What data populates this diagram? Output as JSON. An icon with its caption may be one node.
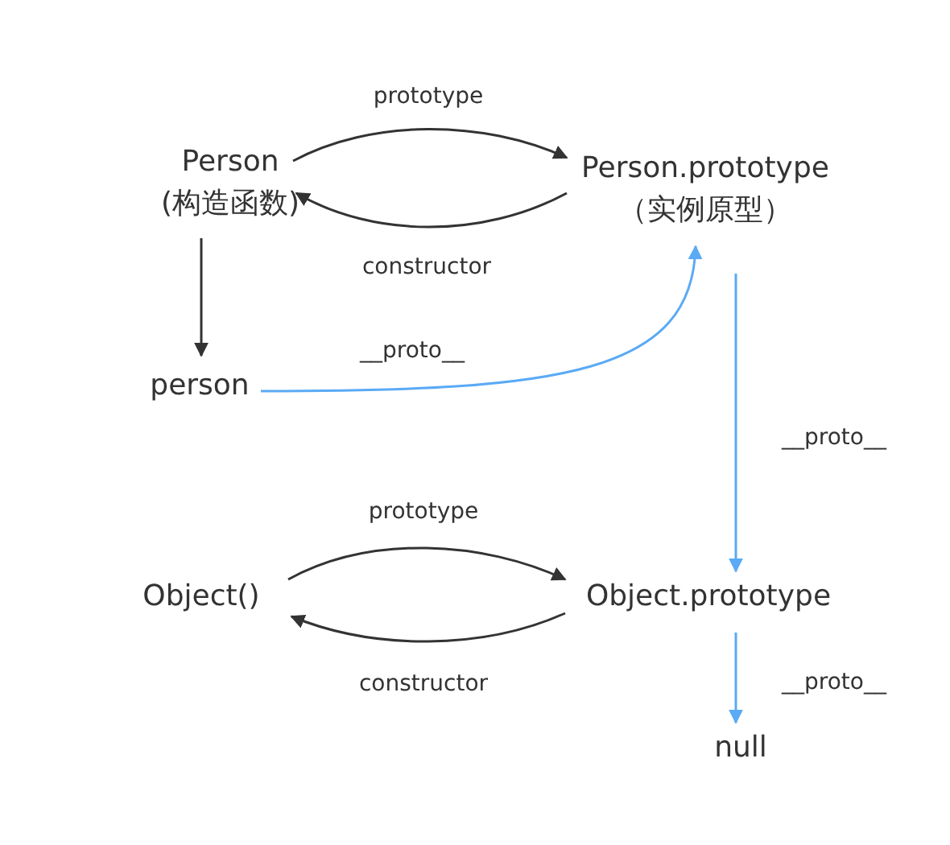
{
  "diagram": {
    "nodes": [
      {
        "text": [
          "Person",
          "(构造函数)"
        ]
      },
      {
        "text": [
          "Person.prototype",
          "（实例原型）"
        ]
      },
      {
        "text": [
          "person"
        ]
      },
      {
        "text": [
          "Object()"
        ]
      },
      {
        "text": [
          "Object.prototype"
        ]
      },
      {
        "text": [
          "null"
        ]
      }
    ],
    "edges": [
      {
        "from": 0,
        "to": 1,
        "arrow": "to",
        "label": "prototype"
      },
      {
        "from": 1,
        "to": 0,
        "arrow": "to",
        "label": "constructor"
      },
      {
        "from": 0,
        "to": 2,
        "arrow": "to"
      },
      {
        "from": 2,
        "to": 1,
        "arrow": "to",
        "label": "__proto__",
        "color": "#5aaaf5"
      },
      {
        "from": 1,
        "to": 4,
        "arrow": "to",
        "label": "__proto__",
        "color": "#5aaaf5"
      },
      {
        "from": 3,
        "to": 4,
        "arrow": "to",
        "label": "prototype"
      },
      {
        "from": 4,
        "to": 3,
        "arrow": "to",
        "label": "constructor"
      },
      {
        "from": 4,
        "to": 5,
        "arrow": "to",
        "label": "__proto__",
        "color": "#5aaaf5"
      }
    ]
  }
}
